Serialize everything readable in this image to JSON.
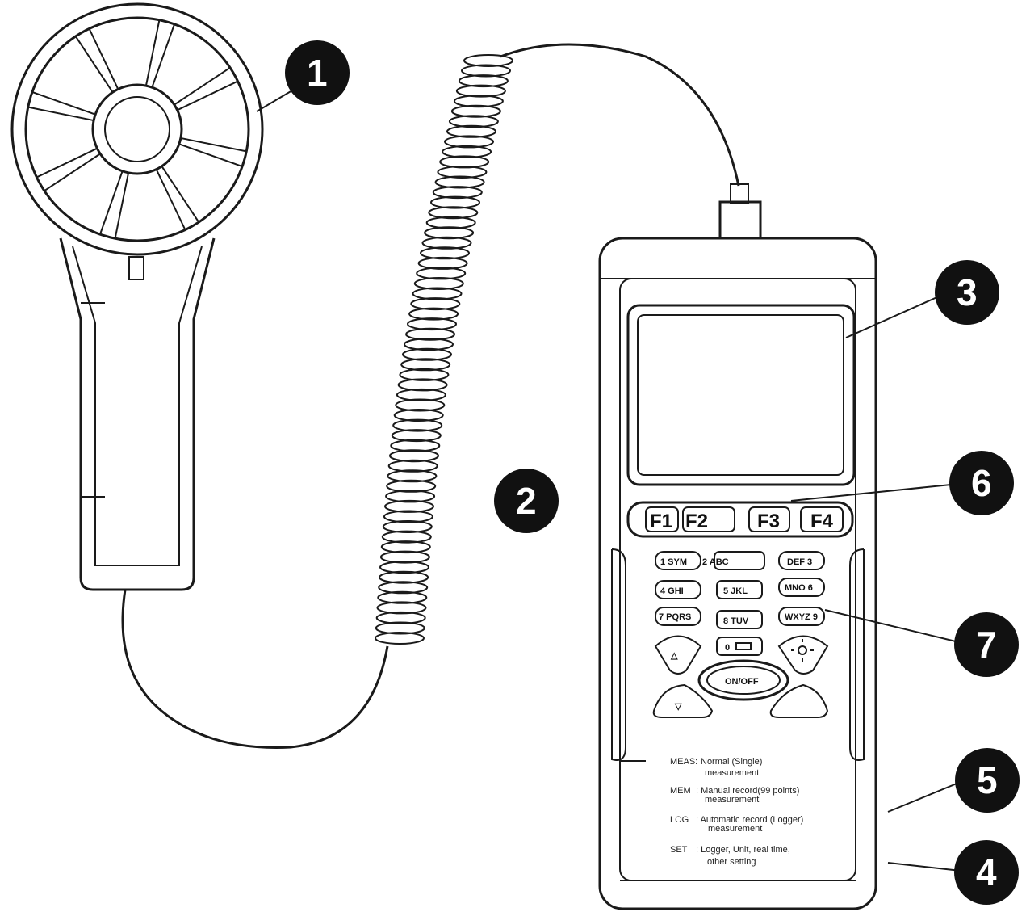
{
  "callouts": [
    "1",
    "2",
    "3",
    "4",
    "5",
    "6",
    "7"
  ],
  "function_keys": [
    "F1",
    "F2",
    "F3",
    "F4"
  ],
  "keypad": {
    "row1": [
      "1 SYM",
      "2 ABC",
      "DEF 3"
    ],
    "row2": [
      "4 GHI",
      "5 JKL",
      "MNO 6"
    ],
    "row3": [
      "7 PQRS",
      "8 TUV",
      "WXYZ 9"
    ],
    "zero": "0",
    "power": "ON/OFF",
    "up_glyph": "△",
    "down_glyph": "▽"
  },
  "legend": [
    {
      "key": "MEAS:",
      "line1": "Normal (Single)",
      "line2": "measurement"
    },
    {
      "key": "MEM",
      "line1": ": Manual record(99 points)",
      "line2": "measurement"
    },
    {
      "key": "LOG",
      "line1": ": Automatic record (Logger)",
      "line2": "measurement"
    },
    {
      "key": "SET",
      "line1": ": Logger, Unit, real time,",
      "line2": "other setting"
    }
  ],
  "icons": {
    "fan_probe": "vane-anemometer-probe",
    "cable": "coiled-cable",
    "meter": "handheld-meter",
    "backlight": "sun-icon"
  },
  "colors": {
    "ink": "#1a1a1a",
    "callout_fill": "#111111",
    "background": "#ffffff"
  }
}
